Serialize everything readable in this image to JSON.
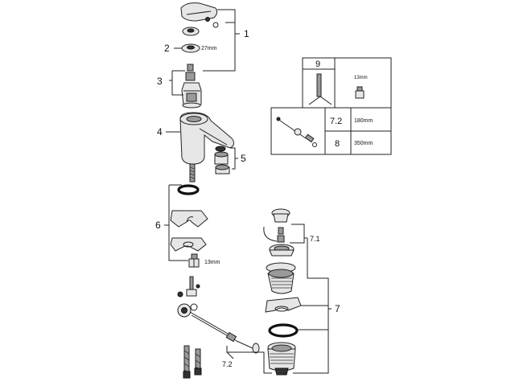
{
  "callouts": {
    "c1": "1",
    "c2": "2",
    "c2_size": "27mm",
    "c3": "3",
    "c4": "4",
    "c5": "5",
    "c6": "6",
    "c6_size": "13mm",
    "c7": "7",
    "c71": "7.1",
    "c72": "7.2"
  },
  "legend": {
    "item9": "9",
    "item9_size": "13mm",
    "item72": "7.2",
    "item72_length": "180mm",
    "item8": "8",
    "item8_length": "350mm"
  }
}
